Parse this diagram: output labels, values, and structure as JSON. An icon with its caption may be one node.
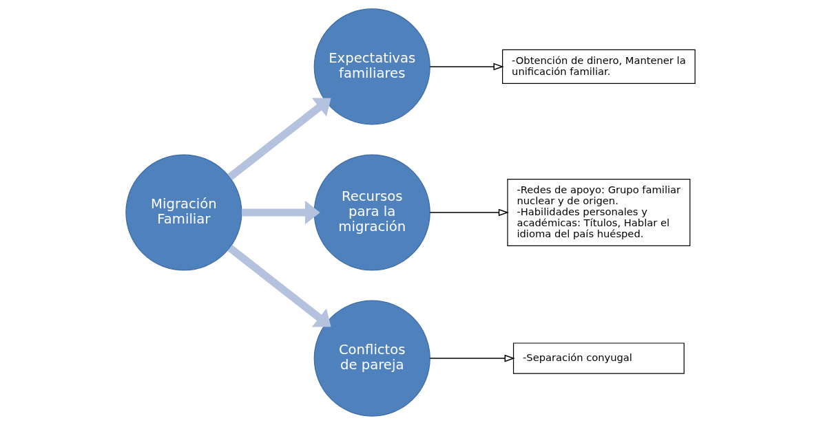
{
  "diagram": {
    "nodes": [
      {
        "text": [
          "Migración Familiar"
        ]
      },
      {
        "text": [
          "Expectativas familiares"
        ]
      },
      {
        "text": [
          "Recursos para la migración"
        ]
      },
      {
        "text": [
          "Conflictos de pareja"
        ]
      },
      {
        "text": [
          "-Obtención de dinero, Mantener la unificación familiar."
        ]
      },
      {
        "text": [
          "-Redes de apoyo: Grupo familiar nuclear y de origen.",
          "-Habilidades personales y académicas: Títulos, Hablar el idioma del país huésped."
        ]
      },
      {
        "text": [
          "-Separación conyugal"
        ]
      }
    ],
    "edges": [
      {
        "from": 0,
        "to": 1,
        "arrow": "to",
        "style": "thick",
        "color": "#b4c2dd"
      },
      {
        "from": 0,
        "to": 2,
        "arrow": "to",
        "style": "thick",
        "color": "#b4c2dd"
      },
      {
        "from": 0,
        "to": 3,
        "arrow": "to",
        "style": "thick",
        "color": "#b4c2dd"
      },
      {
        "from": 1,
        "to": 4,
        "arrow": "to",
        "color": "#000000"
      },
      {
        "from": 2,
        "to": 5,
        "arrow": "to",
        "color": "#000000"
      },
      {
        "from": 3,
        "to": 6,
        "arrow": "to",
        "color": "#000000"
      }
    ]
  }
}
